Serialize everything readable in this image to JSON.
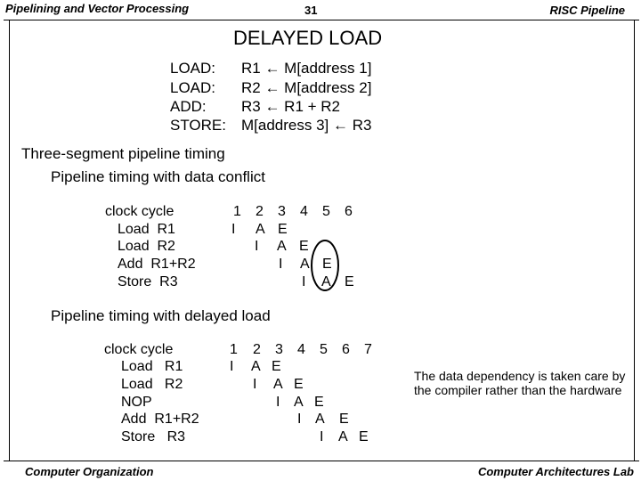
{
  "header": {
    "left": "Pipelining and Vector Processing",
    "page_number": "31",
    "right": "RISC Pipeline"
  },
  "title": "DELAYED LOAD",
  "instructions": [
    {
      "op": "LOAD:",
      "expr": "R1 ← M[address 1]"
    },
    {
      "op": "LOAD:",
      "expr": "R2 ← M[address 2]"
    },
    {
      "op": "ADD:",
      "expr": "R3 ← R1 + R2"
    },
    {
      "op": "STORE:",
      "expr": "M[address 3] ← R3"
    }
  ],
  "section_title": "Three-segment pipeline timing",
  "conflict": {
    "subtitle": "Pipeline timing with data conflict",
    "header_label": "clock cycle",
    "cycles": [
      "1",
      "2",
      "3",
      "4",
      "5",
      "6"
    ],
    "rows": [
      {
        "label": "Load  R1",
        "stages": [
          "I",
          "A",
          "E",
          "",
          "",
          ""
        ]
      },
      {
        "label": "Load  R2",
        "stages": [
          "",
          "I",
          "A",
          "E",
          "",
          ""
        ]
      },
      {
        "label": "Add  R1+R2",
        "stages": [
          "",
          "",
          "I",
          "A",
          "E",
          ""
        ]
      },
      {
        "label": "Store  R3",
        "stages": [
          "",
          "",
          "",
          "I",
          "A",
          "E"
        ]
      }
    ]
  },
  "delayed": {
    "subtitle": "Pipeline timing with delayed load",
    "header_label": "clock cycle",
    "cycles": [
      "1",
      "2",
      "3",
      "4",
      "5",
      "6",
      "7"
    ],
    "rows": [
      {
        "label": "Load   R1",
        "stages": [
          "I",
          "A",
          "E",
          "",
          "",
          "",
          ""
        ]
      },
      {
        "label": "Load   R2",
        "stages": [
          "",
          "I",
          "A",
          "E",
          "",
          "",
          ""
        ]
      },
      {
        "label": "NOP",
        "stages": [
          "",
          "",
          "I",
          "A",
          "E",
          "",
          ""
        ]
      },
      {
        "label": "Add  R1+R2",
        "stages": [
          "",
          "",
          "",
          "I",
          "A",
          "E",
          ""
        ]
      },
      {
        "label": "Store   R3",
        "stages": [
          "",
          "",
          "",
          "",
          "I",
          "A",
          "E"
        ]
      }
    ]
  },
  "note": "The data dependency is taken care by the compiler rather than the hardware",
  "footer": {
    "left": "Computer Organization",
    "right": "Computer Architectures Lab"
  }
}
